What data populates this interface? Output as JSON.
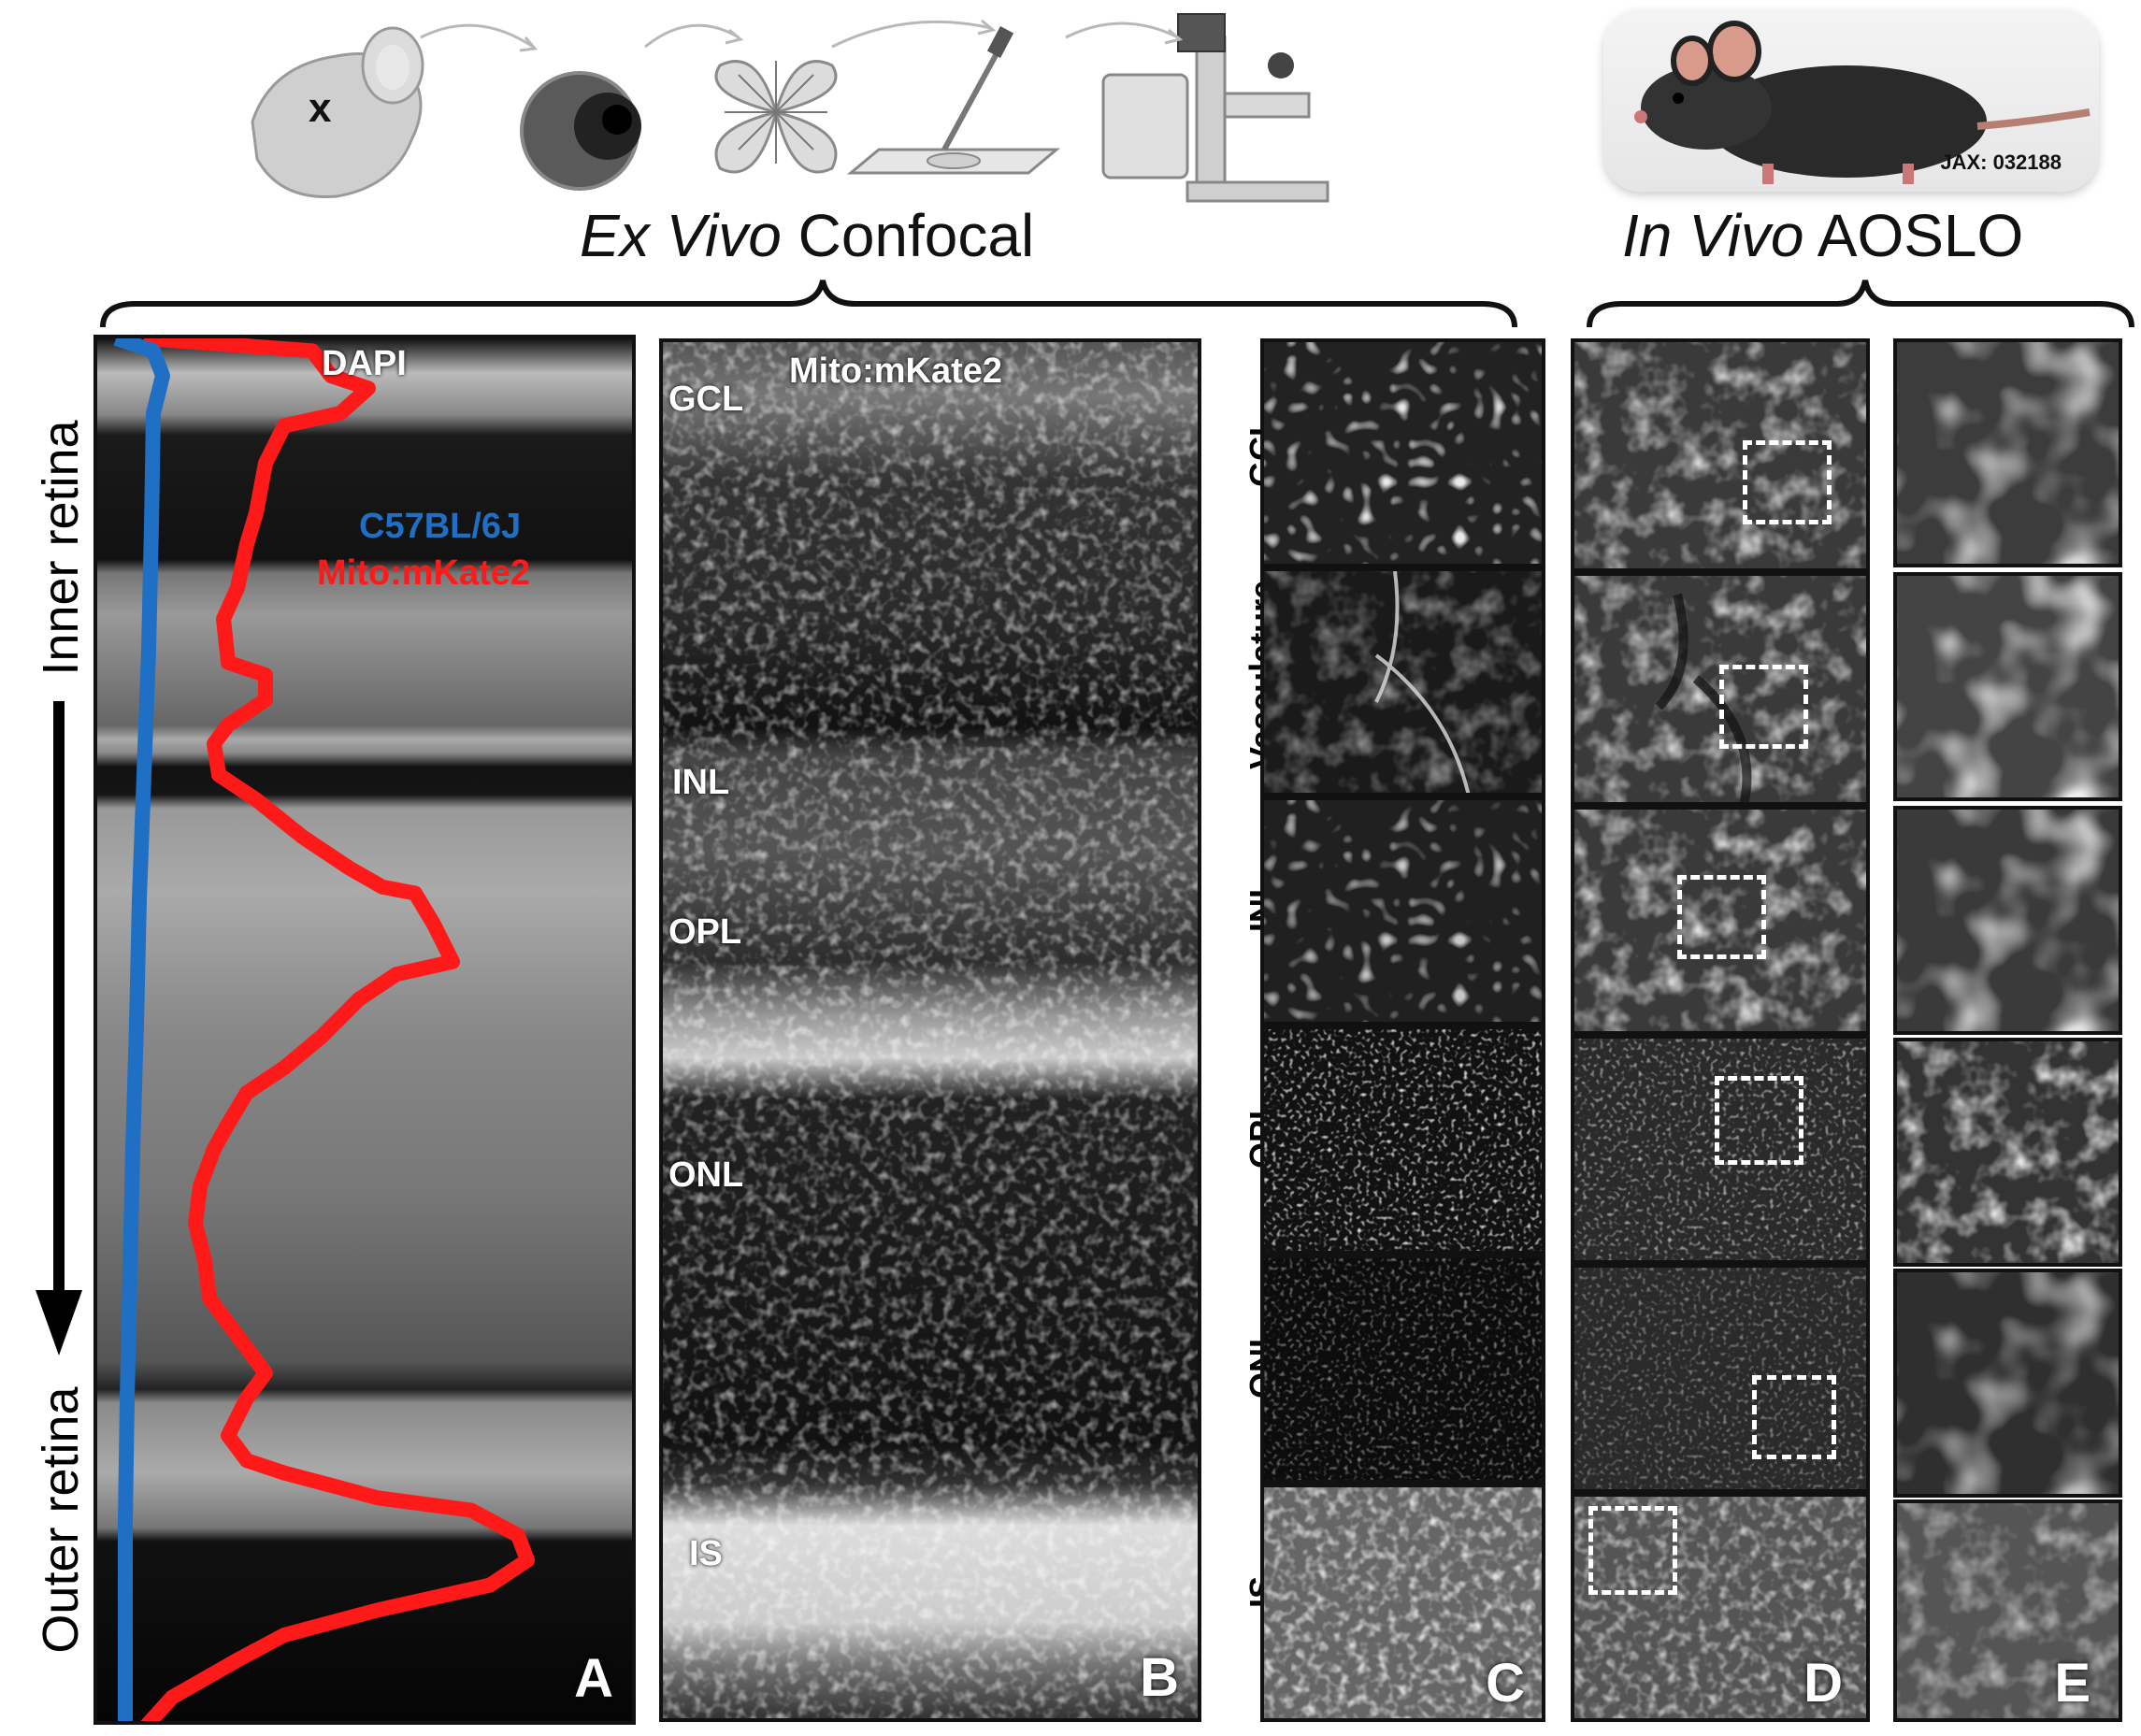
{
  "workflow": {
    "mouse_mark": "x",
    "heading_italic": "Ex Vivo",
    "heading_rest": " Confocal"
  },
  "in_vivo": {
    "heading_italic": "In Vivo",
    "heading_rest": " AOSLO",
    "mouse_strain": "JAX: 032188"
  },
  "side_labels": {
    "inner": "Inner retina",
    "outer": "Outer retina"
  },
  "panel_a": {
    "letter": "A",
    "stain": "DAPI",
    "legend": [
      {
        "name": "C57BL/6J",
        "color": "#1f6fc4"
      },
      {
        "name": "Mito:mKate2",
        "color": "#ff1a1a"
      }
    ]
  },
  "panel_b": {
    "letter": "B",
    "stain": "Mito:mKate2",
    "layers": [
      "GCL",
      "INL",
      "OPL",
      "ONL",
      "IS"
    ]
  },
  "panel_c": {
    "letter": "C",
    "rows": [
      "GCL",
      "Vasculature",
      "INL",
      "OPL",
      "ONL",
      "IS"
    ]
  },
  "panel_d": {
    "letter": "D"
  },
  "panel_e": {
    "letter": "E"
  },
  "colors": {
    "red_trace": "#ff1a1a",
    "blue_trace": "#1f6fc4",
    "frame": "#111111"
  }
}
